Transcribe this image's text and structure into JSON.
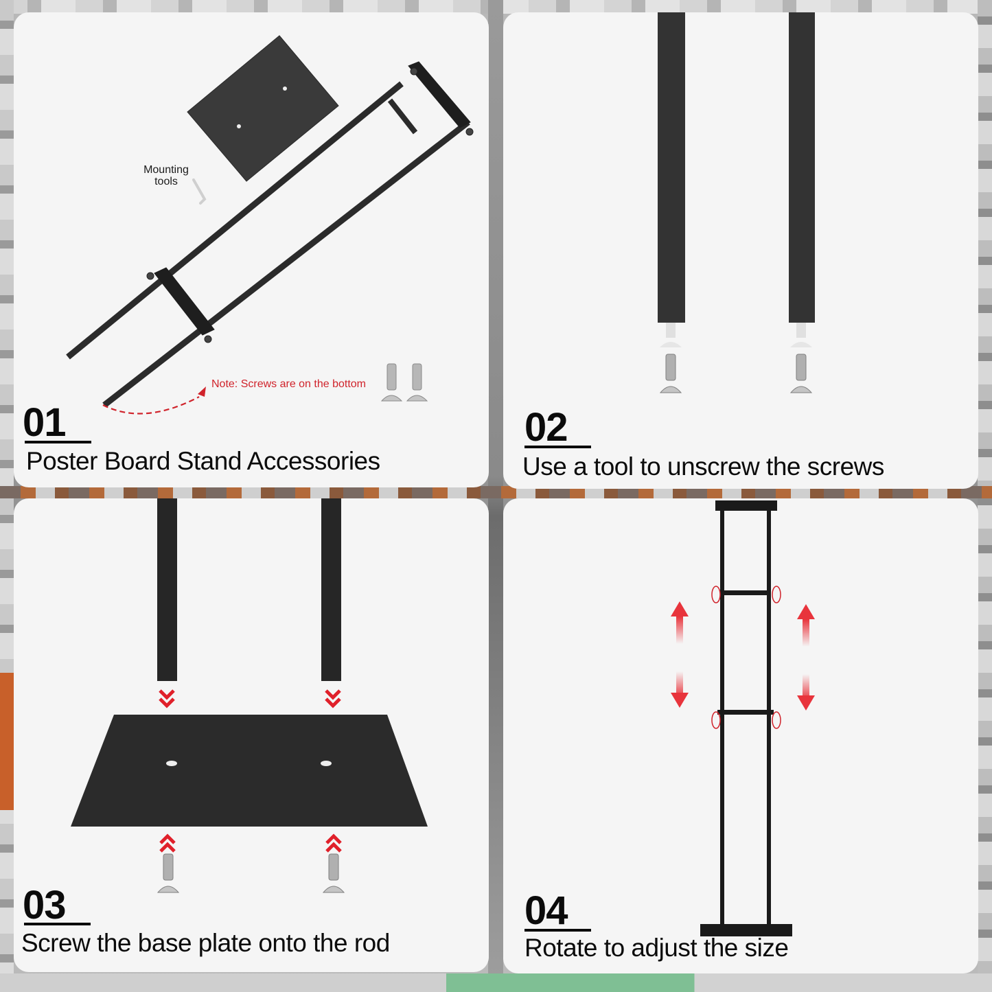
{
  "steps": [
    {
      "number": "01",
      "caption": "Poster Board Stand Accessories",
      "labels": {
        "mounting_tools": [
          "Mounting",
          "tools"
        ],
        "note": "Note: Screws are on the bottom"
      }
    },
    {
      "number": "02",
      "caption": "Use a tool to unscrew the screws"
    },
    {
      "number": "03",
      "caption": "Screw the base plate onto the rod"
    },
    {
      "number": "04",
      "caption": "Rotate to adjust the size"
    }
  ],
  "colors": {
    "panel_bg": "#f5f5f5",
    "accent_red": "#d0232b",
    "metal_black": "#1c1c1c",
    "text": "#0b0b0b"
  },
  "icons": [
    "base-plate-icon",
    "stand-frame-icon",
    "allen-key-icon",
    "screw-icon",
    "dashed-arrow-icon",
    "double-chevron-down-icon",
    "double-chevron-up-icon",
    "up-down-arrow-icon",
    "rotate-knob-icon"
  ]
}
